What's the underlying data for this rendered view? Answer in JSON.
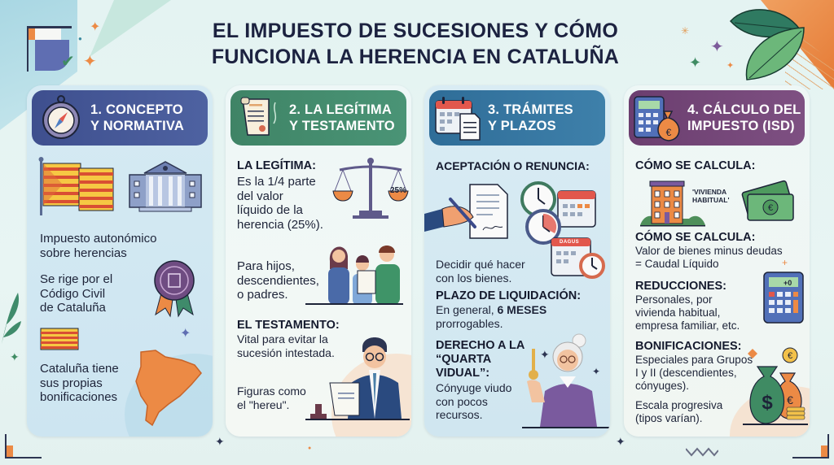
{
  "title": {
    "line1": "EL IMPUESTO DE SUCESIONES Y CÓMO",
    "line2": "FUNCIONA LA HERENCIA EN CATALUÑA"
  },
  "colors": {
    "panel1_header": "#46589a",
    "panel2_header": "#448c6e",
    "panel3_header": "#3577a1",
    "panel4_header": "#744778",
    "accent_orange": "#ec8a45",
    "text_dark": "#1c2240"
  },
  "panels": [
    {
      "icon": "compass-icon",
      "header_line1": "1. CONCEPTO",
      "header_line2": "Y NORMATIVA",
      "illustrations": [
        "catalan-flag-icon",
        "government-building-icon",
        "seal-badge-icon",
        "small-catalan-flag-icon",
        "catalonia-map-icon"
      ],
      "items": [
        {
          "line1": "Impuesto autonómico",
          "line2": "sobre herencias"
        },
        {
          "line1": "Se rige por el",
          "line2": "Código Civil",
          "line3": "de Cataluña"
        },
        {
          "line1": "Cataluña tiene",
          "line2": "sus propias",
          "line3": "bonificaciones"
        }
      ]
    },
    {
      "icon": "scroll-document-icon",
      "header_line1": "2. LA LEGÍTIMA",
      "header_line2": "Y TESTAMENTO",
      "illustrations": [
        "balance-scale-icon",
        "family-illustration",
        "notary-illustration"
      ],
      "scale_label": "25%",
      "section1": {
        "label": "LA LEGÍTIMA:",
        "line1": "Es la 1/4 parte",
        "line2": "del valor",
        "line3": "líquido de la",
        "line4": "herencia (25%).",
        "sub1": "Para hijos,",
        "sub2": "descendientes,",
        "sub3": "o padres."
      },
      "section2": {
        "label": "EL TESTAMENTO:",
        "line1": "Vital para evitar la",
        "line2": "sucesión intestada.",
        "sub1": "Figuras como",
        "sub2": "el \"hereu\"."
      }
    },
    {
      "icon": "calendar-document-icon",
      "header_line1": "3. TRÁMITES",
      "header_line2": "Y PLAZOS",
      "illustrations": [
        "signing-document-illustration",
        "clocks-calendars-illustration",
        "widow-with-key-illustration"
      ],
      "calendar_label": "DAGUS",
      "section1": {
        "label": "ACEPTACIÓN O RENUNCIA:",
        "line1": "Decidir qué hacer",
        "line2": "con los bienes."
      },
      "section2": {
        "label": "PLAZO DE LIQUIDACIÓN:",
        "line1_pre": "En general, ",
        "line1_bold": "6 MESES",
        "line2": "prorrogables."
      },
      "section3": {
        "label1": "DERECHO A LA",
        "label2": "“QUARTA",
        "label3": "VIDUAL”:",
        "line1": "Cónyuge viudo",
        "line2": "con pocos",
        "line3": "recursos."
      }
    },
    {
      "icon": "calculator-moneybag-icon",
      "header_line1": "4. CÁLCULO DEL",
      "header_line2": "IMPUESTO (ISD)",
      "illustrations": [
        "house-building-icon",
        "banknotes-icon",
        "calculator-icon",
        "money-bags-icon"
      ],
      "house_label1": "'VIVIENDA",
      "house_label2": "HABITUAL'",
      "calculator_display": "+0",
      "section0": {
        "label": "CÓMO SE CALCULA:"
      },
      "section1": {
        "label": "CÓMO SE CALCULA:",
        "line1": "Valor de bienes minus deudas",
        "line2": "= Caudal Líquido"
      },
      "section2": {
        "label": "REDUCCIONES:",
        "line1": "Personales, por",
        "line2": "vivienda habitual,",
        "line3": "empresa familiar, etc."
      },
      "section3": {
        "label": "BONIFICACIONES:",
        "line1": "Especiales para Grupos",
        "line2": "I y II (descendientes,",
        "line3": "cónyuges)."
      },
      "section4": {
        "line1": "Escala progresiva",
        "line2": "(tipos varían)."
      }
    }
  ]
}
